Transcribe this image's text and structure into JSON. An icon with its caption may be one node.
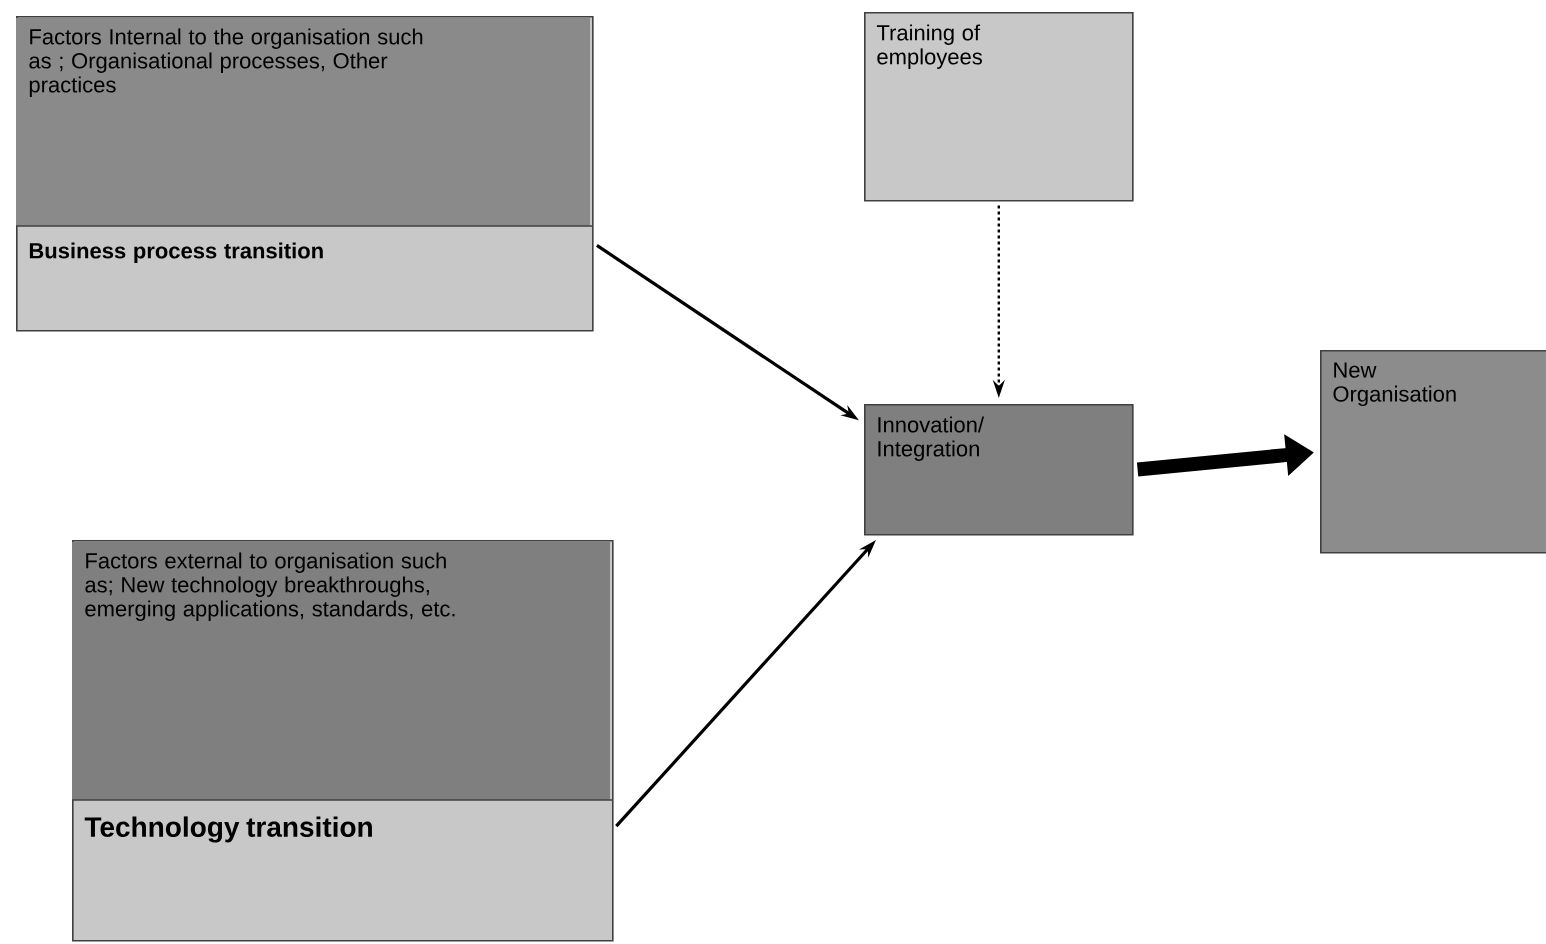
{
  "diagram": {
    "nodes": [
      {
        "text": [
          "Factors Internal to the organisation such as ; Organisational processes, Other practices",
          "Business process transition"
        ]
      },
      {
        "text": [
          "Training of employees"
        ]
      },
      {
        "text": [
          "Innovation/ Integration"
        ]
      },
      {
        "text": [
          "New Organisation"
        ]
      },
      {
        "text": [
          "Factors external to organisation such as; New technology breakthroughs, emerging applications, standards, etc.",
          "Technology transition"
        ]
      }
    ],
    "edges": [
      {
        "from": 0,
        "to": 2,
        "arrow": "to"
      },
      {
        "from": 4,
        "to": 2,
        "arrow": "to"
      },
      {
        "from": 1,
        "to": 2,
        "arrow": "to",
        "style": "dashed"
      },
      {
        "from": 2,
        "to": 3,
        "arrow": "to",
        "style": "thick"
      }
    ]
  }
}
